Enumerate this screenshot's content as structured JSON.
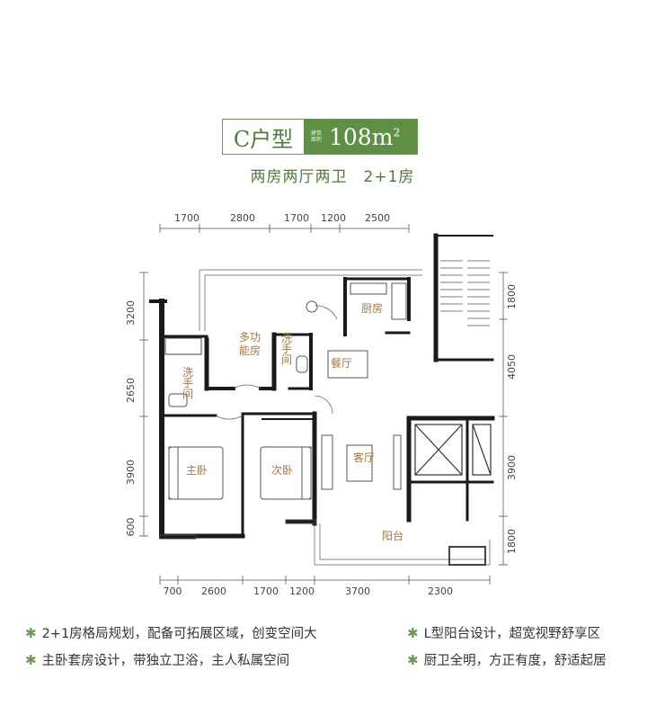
{
  "header": {
    "type_label": "C户型",
    "area_small": "建筑面积",
    "area_value": "108m",
    "area_unit_sup": "2",
    "subtitle": "两房两厅两卫　2+1房"
  },
  "dims": {
    "top": [
      "1700",
      "2800",
      "1700",
      "1200",
      "2500"
    ],
    "bottom": [
      "700",
      "2600",
      "1700",
      "1200",
      "3700",
      "2300"
    ],
    "left": [
      "3200",
      "2650",
      "3900",
      "600"
    ],
    "right": [
      "1800",
      "4050",
      "3900",
      "1800"
    ]
  },
  "rooms": {
    "multi_1": "多功",
    "multi_2": "能房",
    "bath_a_1": "洗",
    "bath_a_2": "手",
    "bath_a_3": "间",
    "bath_b_1": "洗",
    "bath_b_2": "手",
    "bath_b_3": "间",
    "kitchen": "厨房",
    "dining": "餐厅",
    "living": "客厅",
    "master": "主卧",
    "second": "次卧",
    "balcony": "阳台"
  },
  "features": [
    "2+1房格局规划，配备可拓展区域，创变空间大",
    "主卧套房设计，带独立卫浴，主人私属空间",
    "L型阳台设计，超宽视野舒享区",
    "厨卫全明，方正有度，舒适起居"
  ],
  "feature_bullet": "✱",
  "colors": {
    "accent": "#5e8f44",
    "wall": "#1a1a1a",
    "room_text": "#a8763e"
  }
}
